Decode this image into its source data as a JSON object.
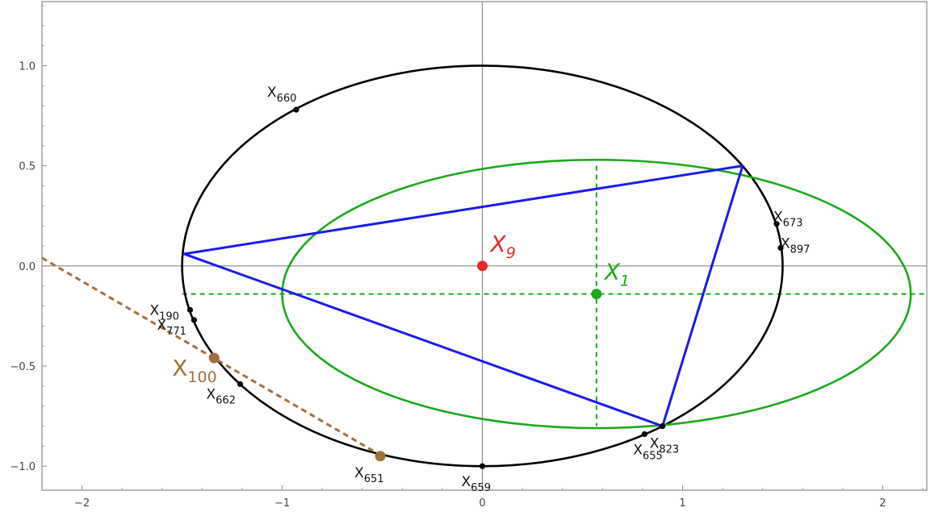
{
  "chart_data": {
    "type": "diagram",
    "xlim": [
      -2.2,
      2.22
    ],
    "ylim": [
      -1.12,
      1.32
    ],
    "x_ticks": [
      {
        "v": -2,
        "label": "−2"
      },
      {
        "v": -1,
        "label": "−1"
      },
      {
        "v": 0,
        "label": "0"
      },
      {
        "v": 1,
        "label": "1"
      },
      {
        "v": 2,
        "label": "2"
      }
    ],
    "y_ticks": [
      {
        "v": 1.0,
        "label": "1.0"
      },
      {
        "v": 0.5,
        "label": "0.5"
      },
      {
        "v": 0.0,
        "label": "0.0"
      },
      {
        "v": -0.5,
        "label": "−0.5"
      },
      {
        "v": -1.0,
        "label": "−1.0"
      }
    ],
    "colors": {
      "circum": "#000000",
      "inellipse": "#1aaa1a",
      "triangle": "#1a1aee",
      "x9": "#e8282a",
      "x100": "#a0703a",
      "axis": "#8a8a8a",
      "frame": "#8a8a8a"
    },
    "circumellipse": {
      "cx": 0,
      "cy": 0,
      "a": 1.5,
      "b": 1.0
    },
    "inellipse": {
      "cx": 0.57,
      "cy": -0.14,
      "a": 1.57,
      "b": 0.67
    },
    "triangle": [
      [
        -1.49,
        0.06
      ],
      [
        1.3,
        0.5
      ],
      [
        0.9,
        -0.8
      ]
    ],
    "guides": {
      "x": 0.57,
      "y": -0.14,
      "y_top": 0.5,
      "y_bottom": -0.8,
      "x_left": -1.5,
      "x_right": 2.22
    },
    "brown_line": {
      "from": [
        -2.2,
        0.04
      ],
      "to": [
        -0.5,
        -0.95
      ]
    },
    "points": [
      {
        "name": "660",
        "x": -0.93,
        "y": 0.78,
        "dx": -36,
        "dy": -16
      },
      {
        "name": "673",
        "x": 1.47,
        "y": 0.21,
        "dx": -4,
        "dy": -3
      },
      {
        "name": "897",
        "x": 1.49,
        "y": 0.09,
        "dx": 0,
        "dy": 0
      },
      {
        "name": "190",
        "x": -1.46,
        "y": -0.22,
        "dx": -50,
        "dy": 6
      },
      {
        "name": "771",
        "x": -1.44,
        "y": -0.27,
        "dx": -46,
        "dy": 12
      },
      {
        "name": "662",
        "x": -1.21,
        "y": -0.59,
        "dx": -42,
        "dy": 18
      },
      {
        "name": "651",
        "x": -0.51,
        "y": -0.95,
        "dx": -32,
        "dy": 26
      },
      {
        "name": "659",
        "x": 0,
        "y": -1.0,
        "dx": -26,
        "dy": 25
      },
      {
        "name": "655",
        "x": 0.81,
        "y": -0.84,
        "dx": -14,
        "dy": 25
      },
      {
        "name": "823",
        "x": 0.9,
        "y": -0.8,
        "dx": -16,
        "dy": 27
      }
    ],
    "special_points": [
      {
        "name": "9",
        "x": 0.0,
        "y": 0.0,
        "color": "#e8282a",
        "dx": 10,
        "dy": -18
      },
      {
        "name": "1",
        "x": 0.57,
        "y": -0.14,
        "color": "#1aaa1a",
        "dx": 10,
        "dy": -18
      },
      {
        "name": "100",
        "x": -1.34,
        "y": -0.46,
        "color": "#a0703a",
        "dx": -52,
        "dy": 22
      }
    ],
    "extra_points": [
      {
        "x": -0.51,
        "y": -0.95,
        "color": "#a0703a"
      }
    ],
    "label_prefix": "X"
  }
}
